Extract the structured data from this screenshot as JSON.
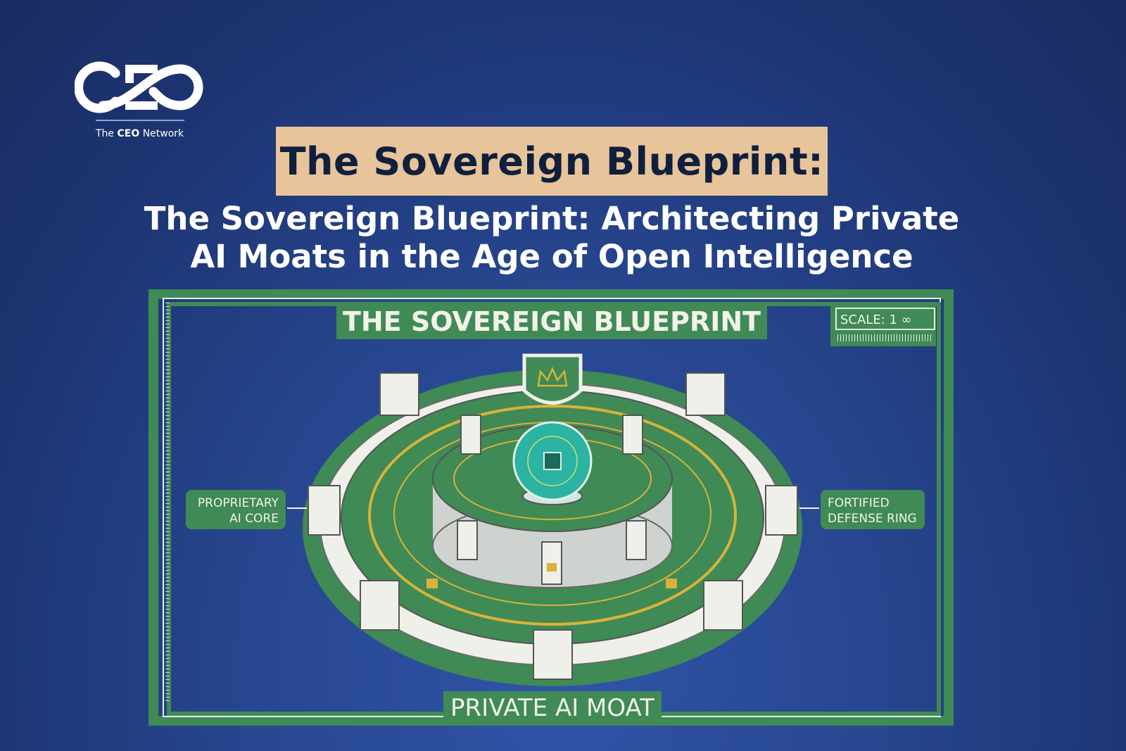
{
  "logo": {
    "mark": "CEO",
    "subtitle_pre": "The ",
    "subtitle_bold": "CEO",
    "subtitle_post": " Network"
  },
  "header": {
    "tag": "The Sovereign Blueprint:",
    "subtitle_line1": "The Sovereign Blueprint: Architecting Private",
    "subtitle_line2": "AI Moats in the Age of Open Intelligence"
  },
  "diagram": {
    "title": "THE SOVEREIGN BLUEPRINT",
    "scale_label": "SCALE: 1 ∞",
    "left_label_1": "PROPRIETARY",
    "left_label_2": "AI CORE",
    "right_label_1": "FORTIFIED",
    "right_label_2": "DEFENSE RING",
    "bottom_label": "PRIVATE AI MOAT"
  },
  "colors": {
    "background": "#1d3472",
    "tag": "#e8c49a",
    "frame_green": "#3f8a55",
    "gold": "#d9b23a",
    "core": "#2bb3a3"
  }
}
